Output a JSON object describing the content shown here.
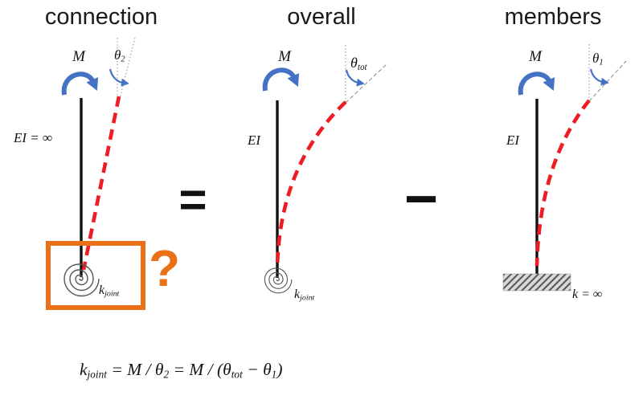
{
  "colors": {
    "blue": "#4472C4",
    "red": "#EE1C25",
    "orange": "#EA7117",
    "ink": "#1A1A1A",
    "gray-dot": "#999999",
    "gray-dash": "#8A8A8A",
    "spiral": "#555555",
    "hatch-line": "#555555",
    "hatch-bg": "#D8D8D8"
  },
  "panels": {
    "connection": {
      "title": "connection",
      "moment_label": "M",
      "theta_base": "θ",
      "theta_sub": "2",
      "stiffness_label": "EI = ∞",
      "spring_base": "k",
      "spring_sub": "joint",
      "question_mark": "?"
    },
    "overall": {
      "title": "overall",
      "moment_label": "M",
      "theta_base": "θ",
      "theta_sub": "tot",
      "stiffness_label": "EI",
      "spring_base": "k",
      "spring_sub": "joint"
    },
    "members": {
      "title": "members",
      "moment_label": "M",
      "theta_base": "θ",
      "theta_sub": "1",
      "stiffness_label": "EI",
      "support_label": "k = ∞"
    }
  },
  "operators": {
    "equals": "=",
    "minus": "−"
  },
  "equation": {
    "lhs_base": "k",
    "lhs_sub": "joint",
    "part1": " = M / θ",
    "sub1": "2",
    "part2": " = M / (θ",
    "sub2": "tot",
    "part3": " − θ",
    "sub3": "1",
    "part4": ")"
  }
}
